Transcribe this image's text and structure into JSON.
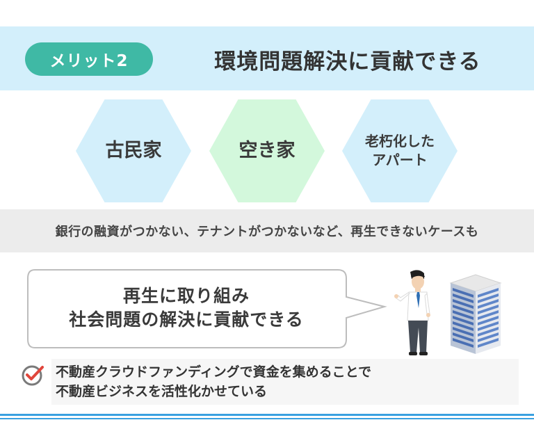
{
  "header": {
    "badge_label": "メリット2",
    "title": "環境問題解決に貢献できる"
  },
  "hexagons": [
    {
      "label": "古民家",
      "color": "#d3effb"
    },
    {
      "label": "空き家",
      "color": "#d3f8dc"
    },
    {
      "label_line1": "老朽化した",
      "label_line2": "アパート",
      "color": "#d3effb"
    }
  ],
  "band": {
    "text": "銀行の融資がつかない、テナントがつかないなど、再生できないケースも"
  },
  "bubble": {
    "line1": "再生に取り組み",
    "line2": "社会問題の解決に貢献できる"
  },
  "note": {
    "line1": "不動産クラウドファンディングで資金を集めることで",
    "line2": "不動産ビジネスを活性化かせている"
  },
  "colors": {
    "header_band": "#d3effb",
    "badge": "#3fb9a5",
    "hex_green": "#d3f8dc",
    "check_red": "#e0463c",
    "bottom_line": "#3aa0e0"
  },
  "icons": [
    "person-illustration",
    "building-illustration",
    "check-circle-icon"
  ]
}
